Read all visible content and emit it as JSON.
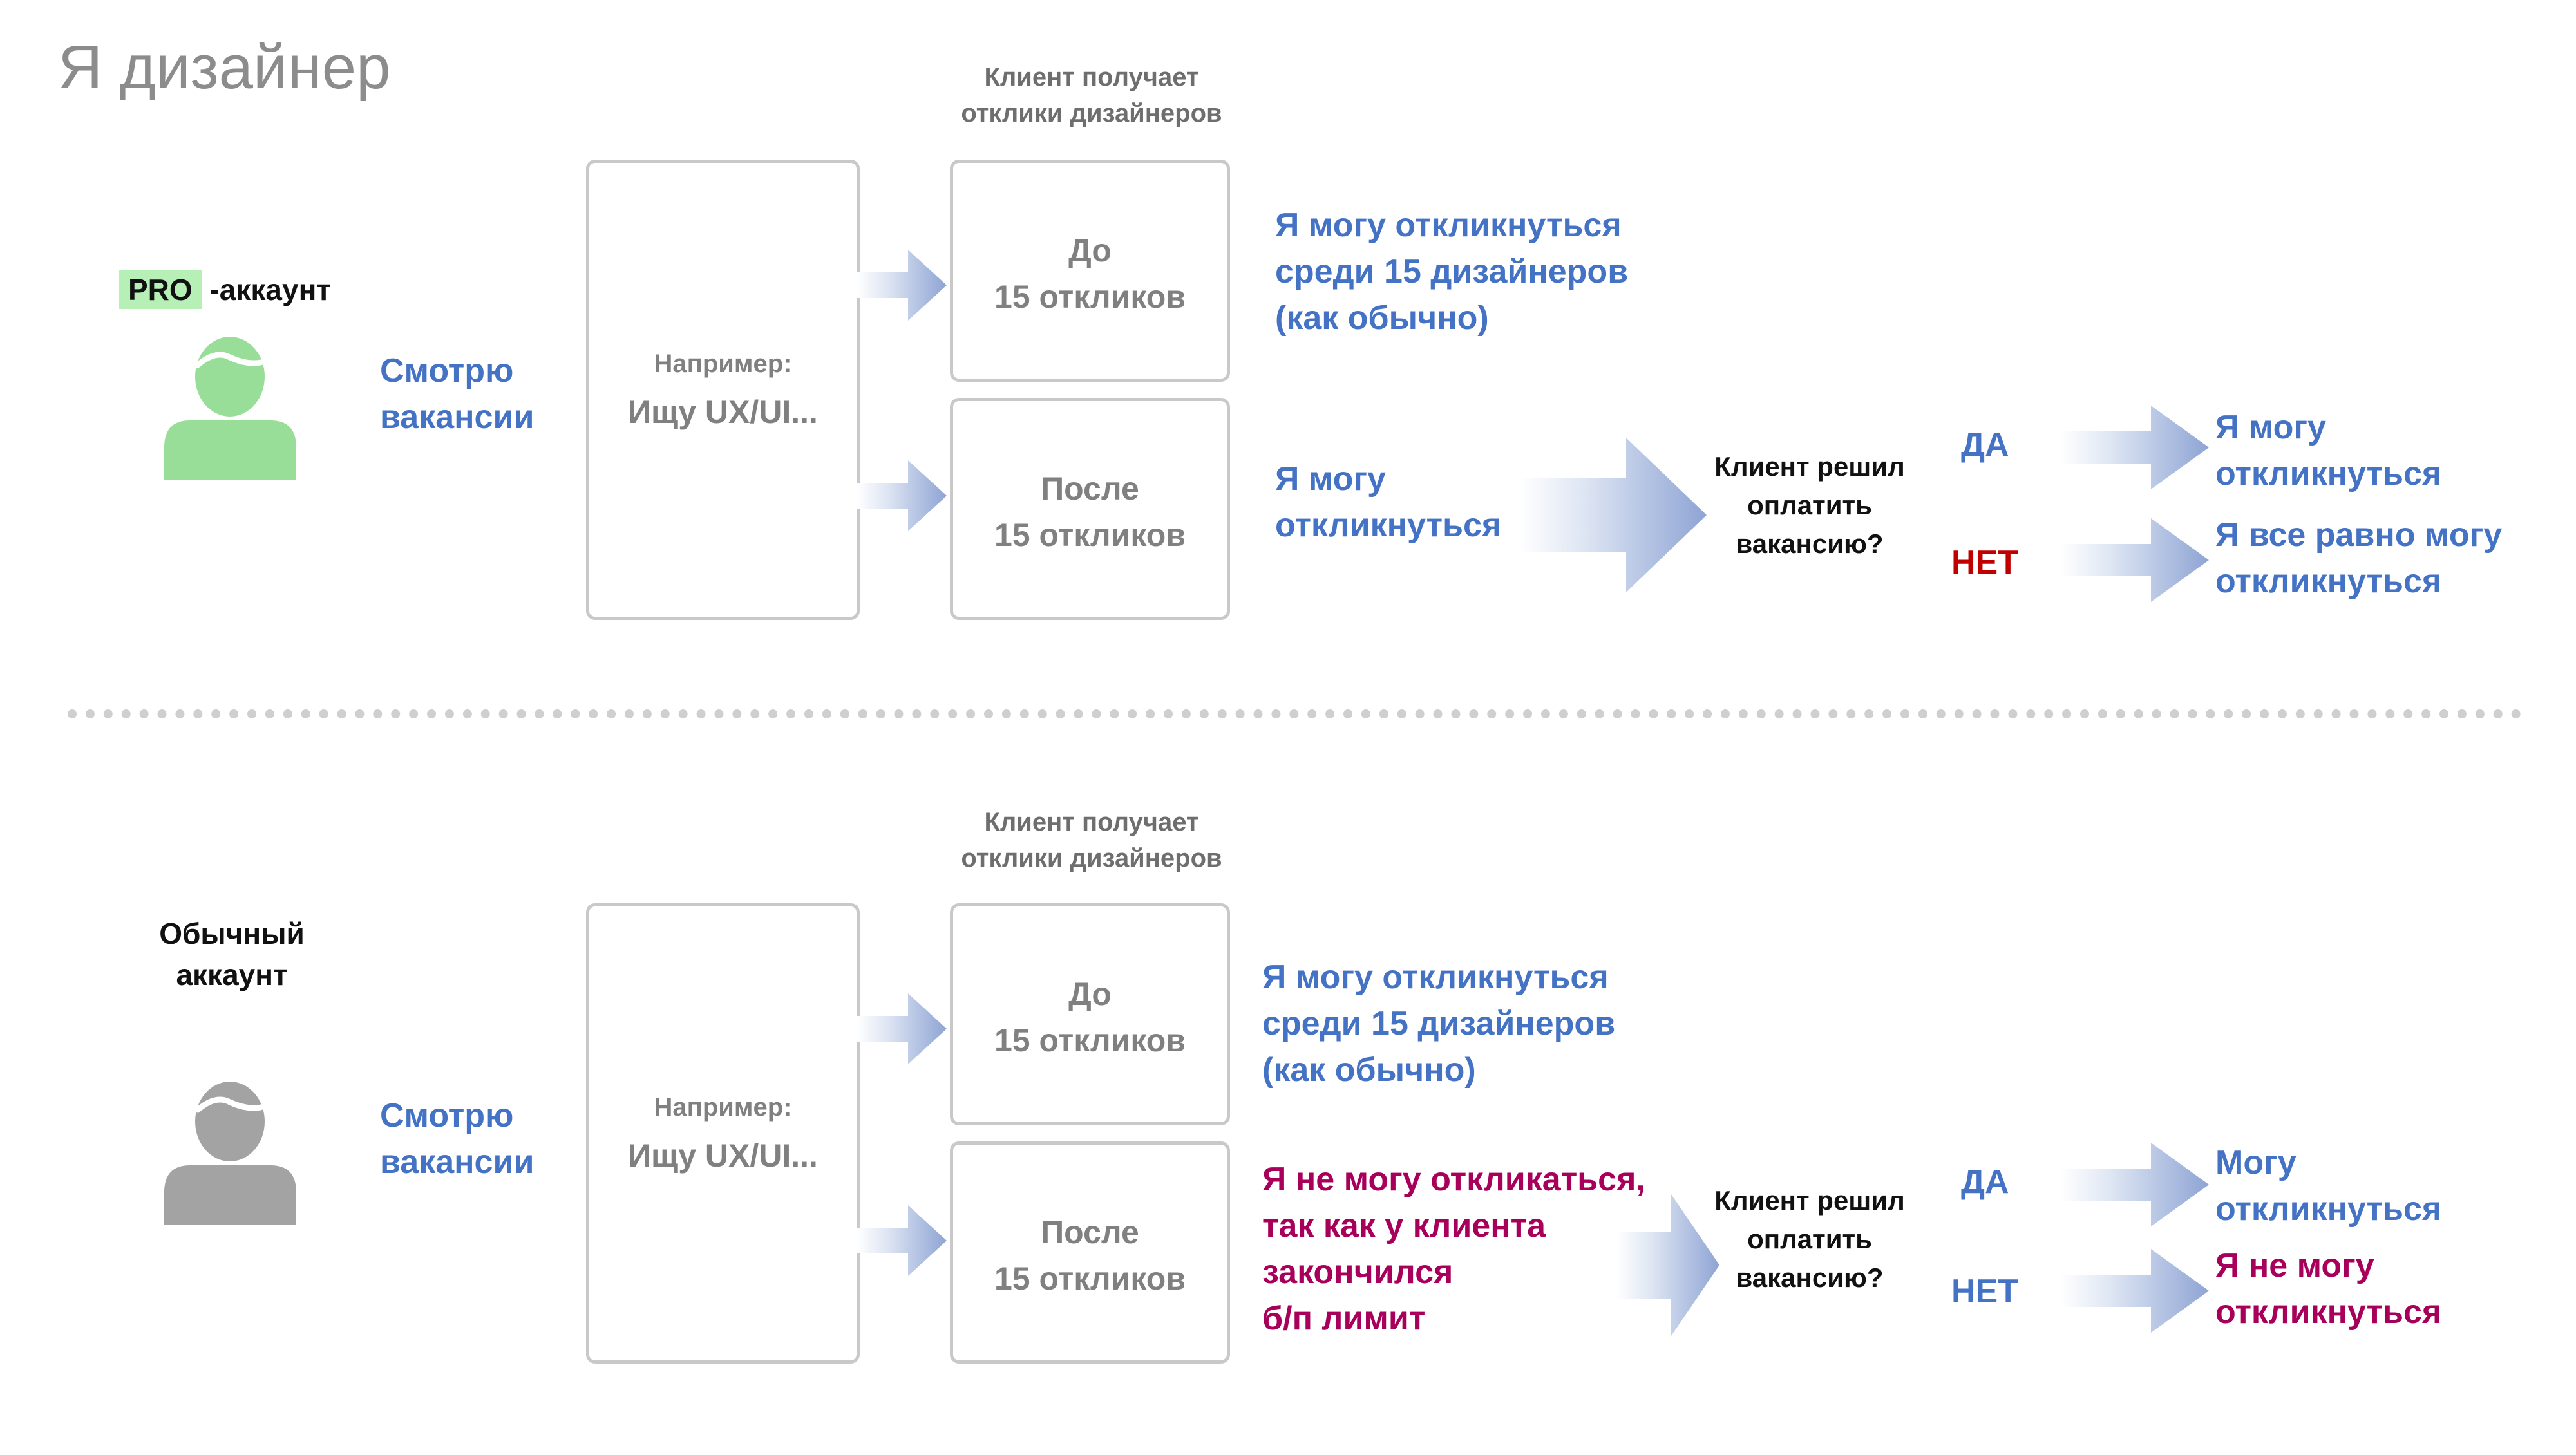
{
  "title": "Я дизайнер",
  "colors": {
    "blue_text": "#4472c4",
    "red_text": "#c00000",
    "crimson_text": "#a8005a",
    "gray_box_border": "#c9c9c9",
    "arrow_light": "#dde5f3",
    "arrow_dark": "#8ea4d4",
    "pro_badge": "#b7f0b7",
    "pro_avatar": "#98dd98",
    "regular_avatar": "#a3a3a3"
  },
  "sections": [
    {
      "account_label_badge": "PRO",
      "account_label_rest": " -аккаунт",
      "avatar_icon": "user-icon",
      "action_line1": "Смотрю",
      "action_line2": "вакансии",
      "caption_line1": "Клиент получает",
      "caption_line2": "отклики дизайнеров",
      "example_label": "Например:",
      "example_value": "Ищу UX/UI...",
      "before_line1": "До",
      "before_line2": "15 откликов",
      "after_line1": "После",
      "after_line2": "15 откликов",
      "before_result": [
        "Я могу откликнуться",
        "среди 15 дизайнеров",
        "(как обычно)"
      ],
      "after_result": [
        "Я могу",
        "откликнуться"
      ],
      "question": [
        "Клиент решил",
        "оплатить",
        "вакансию?"
      ],
      "yes_label": "ДА",
      "no_label": "НЕТ",
      "yes_result": [
        "Я могу",
        "откликнуться"
      ],
      "no_result": [
        "Я все равно могу",
        "откликнуться"
      ]
    },
    {
      "account_label": [
        "Обычный",
        "аккаунт"
      ],
      "avatar_icon": "user-icon",
      "action_line1": "Смотрю",
      "action_line2": "вакансии",
      "caption_line1": "Клиент получает",
      "caption_line2": "отклики дизайнеров",
      "example_label": "Например:",
      "example_value": "Ищу UX/UI...",
      "before_line1": "До",
      "before_line2": "15 откликов",
      "after_line1": "После",
      "after_line2": "15 откликов",
      "before_result": [
        "Я могу откликнуться",
        "среди 15 дизайнеров",
        "(как обычно)"
      ],
      "after_result": [
        "Я не могу откликаться,",
        "так как у клиента",
        "закончился",
        "б/п лимит"
      ],
      "question": [
        "Клиент решил",
        "оплатить",
        "вакансию?"
      ],
      "yes_label": "ДА",
      "no_label": "НЕТ",
      "yes_result": [
        "Могу",
        "откликнуться"
      ],
      "no_result": [
        "Я не могу",
        "откликнуться"
      ]
    }
  ]
}
